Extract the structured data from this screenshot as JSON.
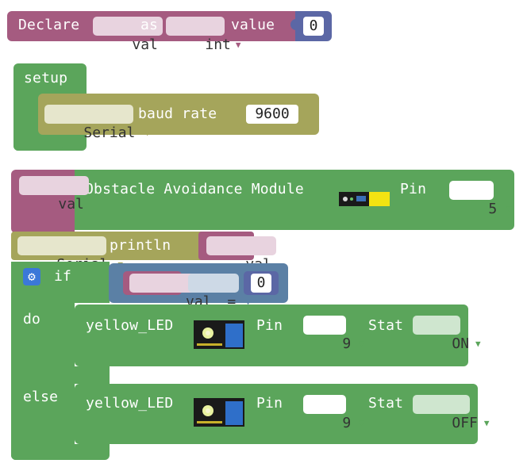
{
  "declare": {
    "prefix": "Declare",
    "var_name": "val",
    "as_label": "as",
    "type_value": "int",
    "value_label": "value",
    "init_value": "0"
  },
  "setup": {
    "label": "setup",
    "serial_option": "Serial",
    "baud_label": "baud rate",
    "baud_value": "9600"
  },
  "obstacle": {
    "var_name": "val",
    "label": "Obstacle Avoidance Module",
    "pin_label": "Pin",
    "pin_value": "5"
  },
  "println": {
    "serial_option": "Serial",
    "label": "println",
    "var_name": "val"
  },
  "if_block": {
    "if_label": "if",
    "var_name": "val",
    "operator": "=",
    "compare_value": "0",
    "do_label": "do",
    "else_label": "else"
  },
  "led_on": {
    "label": "yellow_LED",
    "pin_label": "Pin",
    "pin_value": "9",
    "stat_label": "Stat",
    "stat_value": "ON"
  },
  "led_off": {
    "label": "yellow_LED",
    "pin_label": "Pin",
    "pin_value": "9",
    "stat_label": "Stat",
    "stat_value": "OFF"
  },
  "colors": {
    "variable_block": "#a55b80",
    "logic_green": "#5ba55b",
    "serial_olive": "#a5a55b",
    "compare_blue": "#5b80a5",
    "math_purple": "#5b67a5"
  },
  "icons": {
    "dropdown": "▼",
    "gear": "⚙"
  }
}
